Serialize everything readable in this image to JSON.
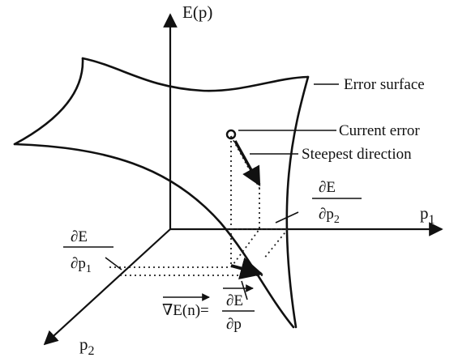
{
  "axes": {
    "vertical": "E(p)",
    "horizontal": "p",
    "horizontal_sub": "1",
    "depth": "p",
    "depth_sub": "2"
  },
  "labels": {
    "error_surface": "Error surface",
    "current_error": "Current error",
    "steepest_direction": "Steepest direction"
  },
  "partials": {
    "p2": {
      "num": "∂E",
      "den": "∂p",
      "sub": "2"
    },
    "p1": {
      "num": "∂E",
      "den": "∂p",
      "sub": "1"
    }
  },
  "gradient": {
    "lhs": "∇E(n)=",
    "num": "∂E",
    "den": "∂p"
  }
}
